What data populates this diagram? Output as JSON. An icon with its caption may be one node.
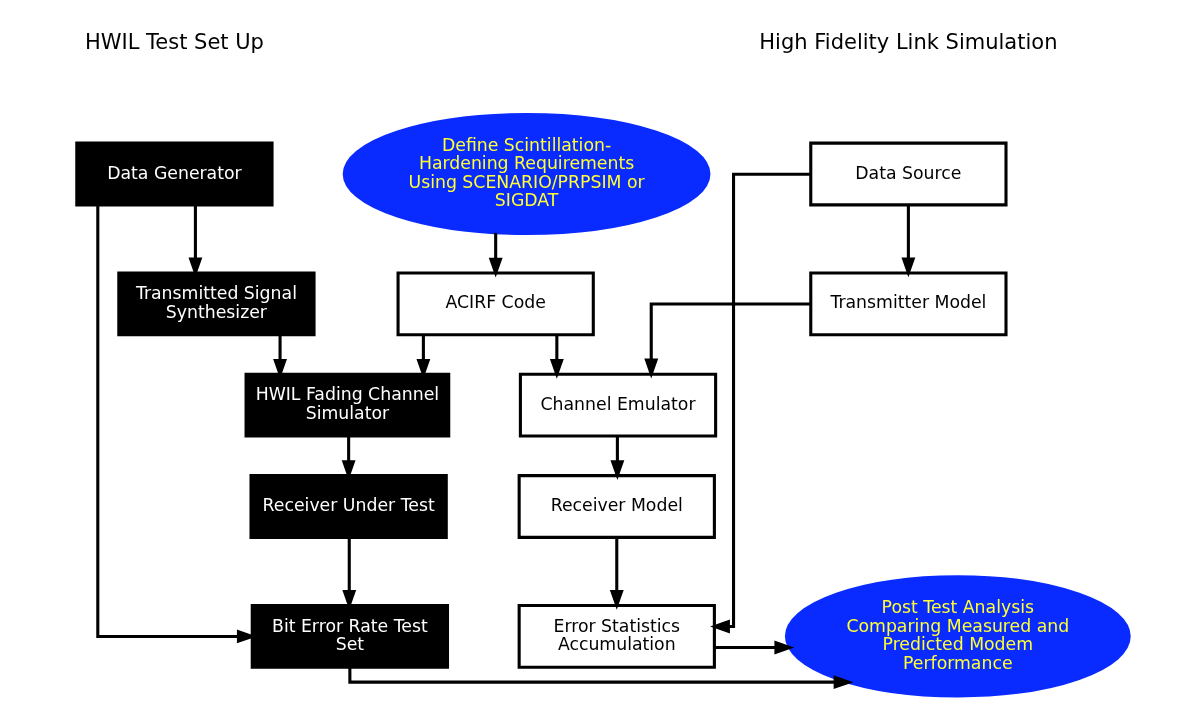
{
  "diagram": {
    "nodes": [
      {
        "text": [
          "Data Source"
        ]
      },
      {
        "text": [
          "Define Scintillation-Hardening Requirements Using SCENARIO/PRPSIM or SIGDAT"
        ]
      },
      {
        "text": [
          "Data Generator"
        ]
      },
      {
        "text": [
          "Transmitter Model"
        ]
      },
      {
        "text": [
          "ACIRF Code"
        ]
      },
      {
        "text": [
          "Transmitted Signal Synthesizer"
        ]
      },
      {
        "text": [
          "Channel Emulator"
        ]
      },
      {
        "text": [
          "HWIL Fading Channel Simulator"
        ]
      },
      {
        "text": [
          "Receiver Model"
        ]
      },
      {
        "text": [
          "Receiver Under Test"
        ]
      },
      {
        "text": [
          "Error Statistics Accumulation"
        ]
      },
      {
        "text": [
          "Post Test Analysis Comparing Measured and Predicted Modem Performance"
        ]
      },
      {
        "text": [
          "Bit Error Rate Test Set"
        ]
      }
    ],
    "edges": [
      {
        "from": 0,
        "to": 3,
        "arrow": "to"
      },
      {
        "from": 0,
        "to": 10,
        "arrow": "to"
      },
      {
        "from": 3,
        "to": 6,
        "arrow": "to"
      },
      {
        "from": 6,
        "to": 8,
        "arrow": "to"
      },
      {
        "from": 8,
        "to": 10,
        "arrow": "to"
      },
      {
        "from": 10,
        "to": 11,
        "arrow": "to"
      },
      {
        "from": 1,
        "to": 4,
        "arrow": "to"
      },
      {
        "from": 4,
        "to": 6,
        "arrow": "to"
      },
      {
        "from": 4,
        "to": 7,
        "arrow": "to"
      },
      {
        "from": 2,
        "to": 5,
        "arrow": "to"
      },
      {
        "from": 2,
        "to": 12,
        "arrow": "to"
      },
      {
        "from": 5,
        "to": 7,
        "arrow": "to"
      },
      {
        "from": 7,
        "to": 9,
        "arrow": "to"
      },
      {
        "from": 9,
        "to": 12,
        "arrow": "to"
      },
      {
        "from": 12,
        "to": 11,
        "arrow": "to"
      }
    ],
    "labels": [
      "High Fidelity Link Simulation",
      "HWIL Test Set Up"
    ]
  }
}
